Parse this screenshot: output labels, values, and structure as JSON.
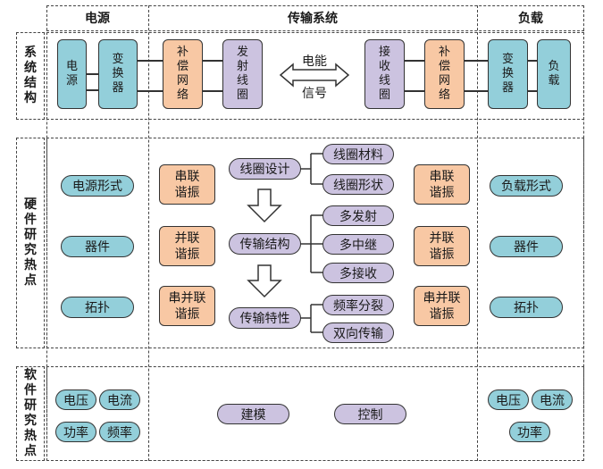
{
  "headers": {
    "source": "电源",
    "transmission": "传输系统",
    "load": "负载"
  },
  "row_labels": {
    "system": [
      "系",
      "统",
      "结",
      "构"
    ],
    "hardware": [
      "硬",
      "件",
      "研",
      "究",
      "热",
      "点"
    ],
    "software": [
      "软",
      "件",
      "研",
      "究",
      "热",
      "点"
    ]
  },
  "system_structure": {
    "power_source": [
      "电",
      "源"
    ],
    "converter_left": [
      "变",
      "换",
      "器"
    ],
    "compensation_left": [
      "补",
      "偿",
      "网",
      "络"
    ],
    "transmit_coil": [
      "发",
      "射",
      "线",
      "圈"
    ],
    "energy_label": "电能",
    "signal_label": "信号",
    "receive_coil": [
      "接",
      "收",
      "线",
      "圈"
    ],
    "compensation_right": [
      "补",
      "偿",
      "网",
      "络"
    ],
    "converter_right": [
      "变",
      "换",
      "器"
    ],
    "load": [
      "负",
      "载"
    ]
  },
  "hardware": {
    "source_items": [
      "电源形式",
      "器件",
      "拓扑"
    ],
    "left_compensation": [
      [
        "串联",
        "谐振"
      ],
      [
        "并联",
        "谐振"
      ],
      [
        "串并联",
        "谐振"
      ]
    ],
    "main_items": [
      "线圈设计",
      "传输结构",
      "传输特性"
    ],
    "sub_items": [
      [
        "线圈材料",
        "线圈形状"
      ],
      [
        "多发射",
        "多中继",
        "多接收"
      ],
      [
        "频率分裂",
        "双向传输"
      ]
    ],
    "right_compensation": [
      [
        "串联",
        "谐振"
      ],
      [
        "并联",
        "谐振"
      ],
      [
        "串并联",
        "谐振"
      ]
    ],
    "load_items": [
      "负载形式",
      "器件",
      "拓扑"
    ]
  },
  "software": {
    "source_items": [
      "电压",
      "电流",
      "功率",
      "频率"
    ],
    "transmission_items": [
      "建模",
      "控制"
    ],
    "load_items": [
      "电压",
      "电流",
      "功率"
    ]
  }
}
